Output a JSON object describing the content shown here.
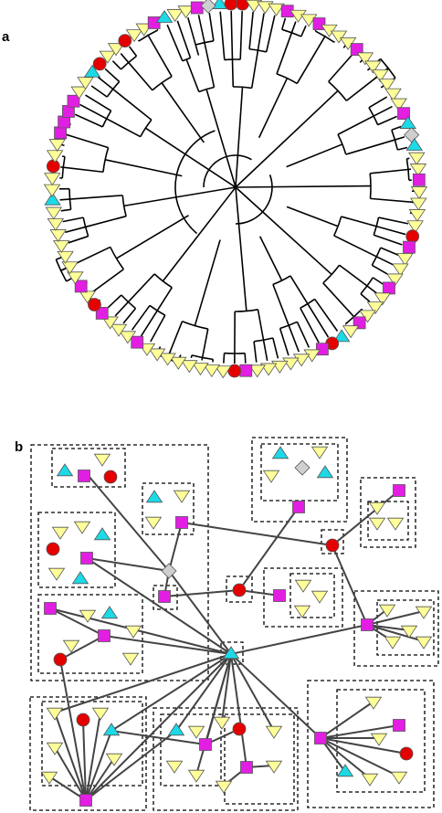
{
  "figure": {
    "panels": [
      {
        "label": "a"
      },
      {
        "label": "b"
      }
    ]
  },
  "colors": {
    "triangle_yellow": "#ffff99",
    "triangle_cyan": "#1cd9e6",
    "square_magenta": "#e31ee3",
    "circle_red": "#e50000",
    "diamond_gray": "#cfcfcf",
    "edge": "#444444",
    "branch": "#000000",
    "box": "#000000"
  },
  "legend_shapes": [
    "yellow-triangle",
    "cyan-triangle",
    "magenta-square",
    "red-circle",
    "gray-diamond"
  ]
}
